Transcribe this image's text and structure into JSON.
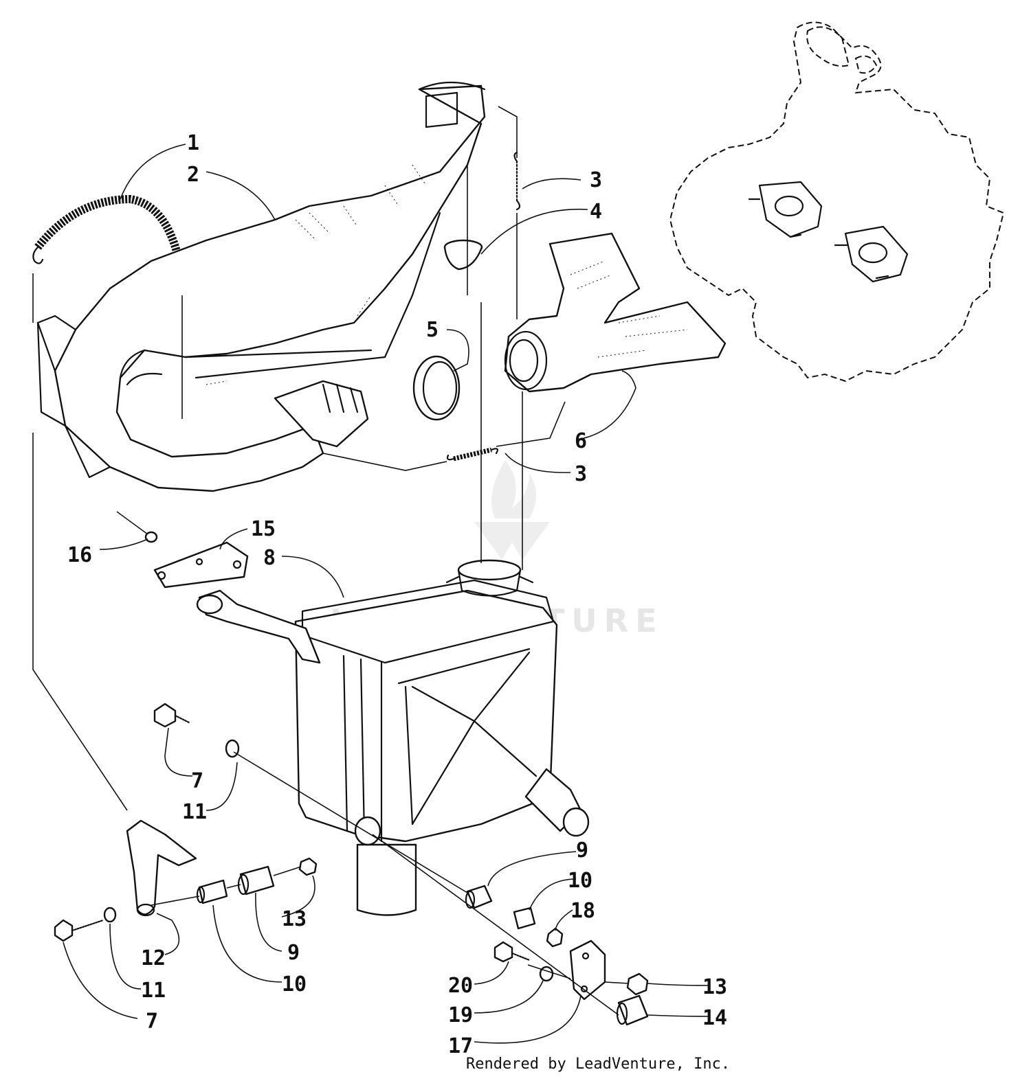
{
  "callouts": {
    "c1": "1",
    "c2": "2",
    "c3a": "3",
    "c3b": "3",
    "c4": "4",
    "c5": "5",
    "c6": "6",
    "c7a": "7",
    "c7b": "7",
    "c8": "8",
    "c9a": "9",
    "c9b": "9",
    "c10a": "10",
    "c10b": "10",
    "c11a": "11",
    "c11b": "11",
    "c12": "12",
    "c13a": "13",
    "c13b": "13",
    "c14": "14",
    "c15": "15",
    "c16": "16",
    "c17": "17",
    "c18": "18",
    "c19": "19",
    "c20": "20"
  },
  "watermark": "LEADVENTURE",
  "footer": "Rendered by LeadVenture, Inc."
}
